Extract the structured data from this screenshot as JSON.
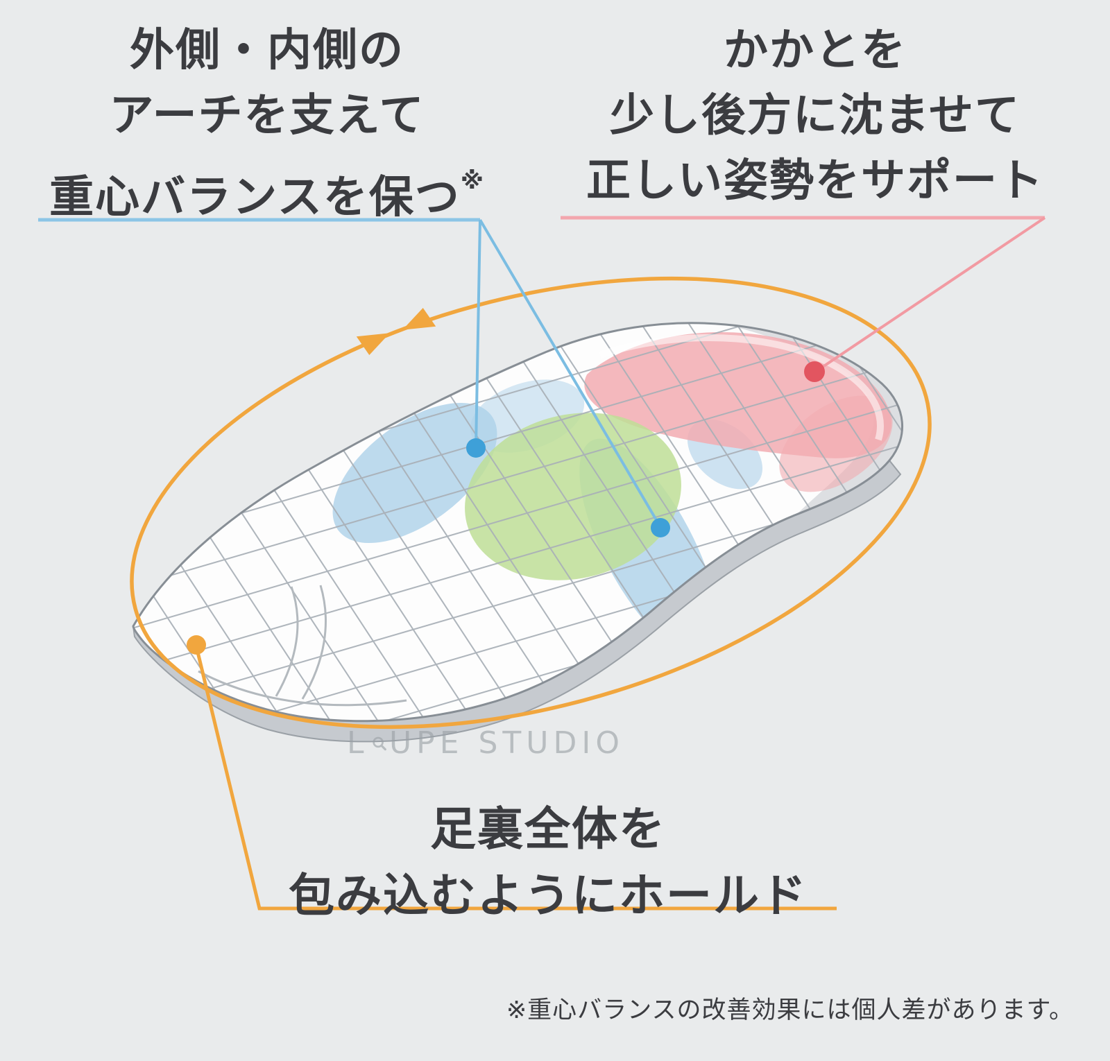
{
  "page": {
    "background": "#e9ebec",
    "subject": "insole-feature-infographic"
  },
  "callouts": {
    "arch": {
      "line1": "外側・内側の",
      "line2": "アーチを支えて",
      "line3": "重心バランスを保つ",
      "note_mark": "※",
      "accent_color": "#8cc5e6"
    },
    "heel": {
      "line1": "かかとを",
      "line2": "少し後方に沈ませて",
      "line3": "正しい姿勢をサポート",
      "accent_color": "#f3a6ad"
    },
    "hold": {
      "line1": "足裏全体を",
      "line2": "包み込むようにホールド",
      "accent_color": "#f1a63e"
    }
  },
  "footnote": {
    "text": "※重心バランスの改善効果には個人差があります。"
  },
  "watermark": {
    "prefix": "L",
    "suffix": "UPE STUDIO"
  },
  "colors": {
    "blue_region": "#add1e9",
    "green_region": "#bede96",
    "pink_region": "#f2abb1",
    "blue_dot": "#3ea0d8",
    "red_dot": "#e25560",
    "orange_loop": "#f1a63e",
    "mesh_line": "#a9b0b7",
    "text": "#3b3c40"
  }
}
